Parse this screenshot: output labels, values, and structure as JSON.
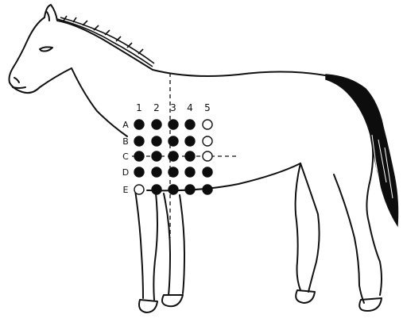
{
  "grid": {
    "columns": [
      "1",
      "2",
      "3",
      "4",
      "5"
    ],
    "rows": [
      {
        "label": "A",
        "dots": [
          "filled",
          "filled",
          "filled",
          "filled",
          "open"
        ]
      },
      {
        "label": "B",
        "dots": [
          "filled",
          "filled",
          "filled",
          "filled",
          "open"
        ]
      },
      {
        "label": "C",
        "dots": [
          "filled",
          "filled",
          "filled",
          "filled",
          "open"
        ]
      },
      {
        "label": "D",
        "dots": [
          "filled",
          "filled",
          "filled",
          "filled",
          "filled"
        ]
      },
      {
        "label": "E",
        "dots": [
          "open",
          "filled",
          "filled",
          "filled",
          "filled"
        ]
      }
    ]
  },
  "colors": {
    "ink": "#111111",
    "fill": "#0d0d0d",
    "background": "#ffffff"
  }
}
